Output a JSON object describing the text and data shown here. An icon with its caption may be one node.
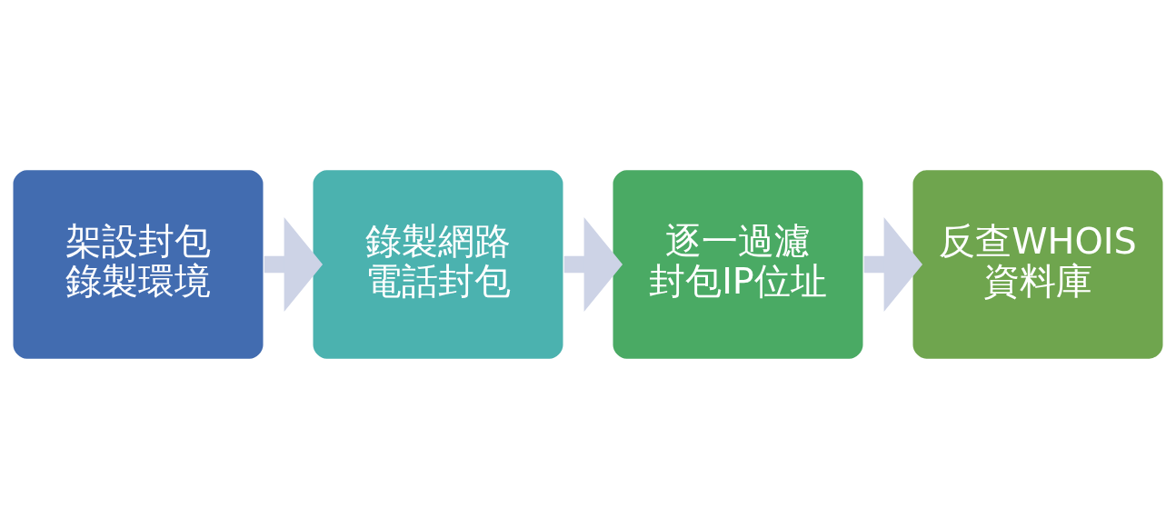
{
  "diagram": {
    "nodes": [
      {
        "text": [
          "架設封包錄製環境"
        ]
      },
      {
        "text": [
          "錄製網路電話封包"
        ]
      },
      {
        "text": [
          "逐一過濾封包IP位址"
        ]
      },
      {
        "text": [
          "反查WHOIS資料庫"
        ]
      }
    ],
    "edges": [
      {
        "from": 0,
        "to": 1,
        "arrow": "to"
      },
      {
        "from": 1,
        "to": 2,
        "arrow": "to"
      },
      {
        "from": 2,
        "to": 3,
        "arrow": "to"
      }
    ]
  }
}
